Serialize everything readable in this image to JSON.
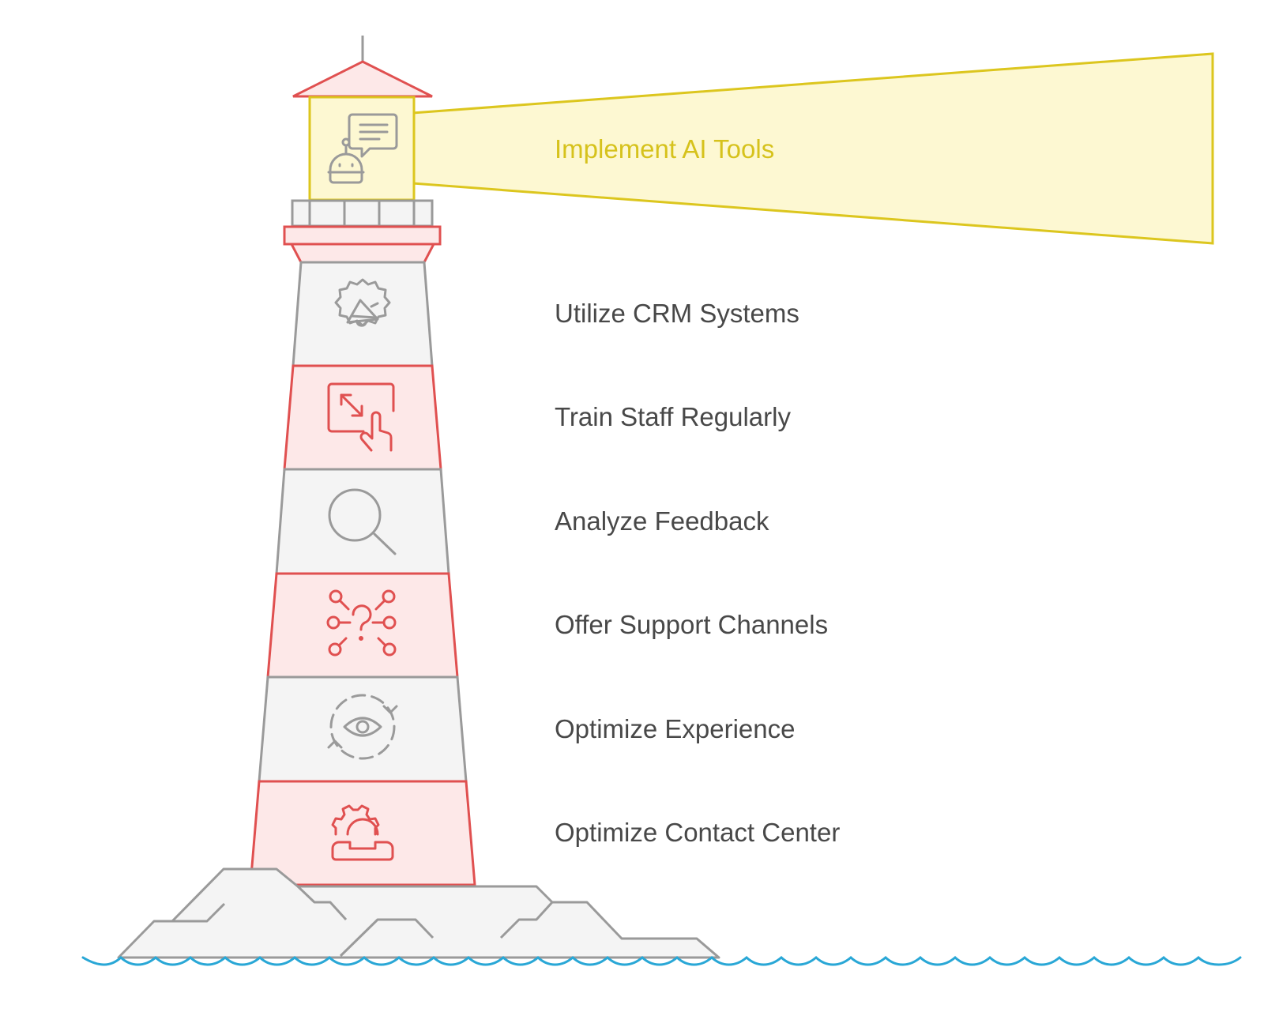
{
  "levels": [
    {
      "id": "ai",
      "label": "Implement AI Tools",
      "icon": "chatbot-icon"
    },
    {
      "id": "crm",
      "label": "Utilize CRM Systems",
      "icon": "gear-megaphone-icon"
    },
    {
      "id": "train",
      "label": "Train Staff Regularly",
      "icon": "touch-screen-expand-icon"
    },
    {
      "id": "analyze",
      "label": "Analyze Feedback",
      "icon": "magnifier-icon"
    },
    {
      "id": "channels",
      "label": "Offer Support Channels",
      "icon": "question-network-icon"
    },
    {
      "id": "experience",
      "label": "Optimize Experience",
      "icon": "eye-cycle-icon"
    },
    {
      "id": "contact",
      "label": "Optimize Contact Center",
      "icon": "gear-phone-icon"
    }
  ],
  "colors": {
    "red_stroke": "#e05050",
    "red_fill": "#fde8e8",
    "gray_stroke": "#9a9a9a",
    "gray_fill": "#f4f4f4",
    "beam_stroke": "#dcc61e",
    "beam_fill": "#fdf8d2",
    "water": "#29a7d6",
    "text": "#484848",
    "beam_text": "#d6c21c"
  }
}
